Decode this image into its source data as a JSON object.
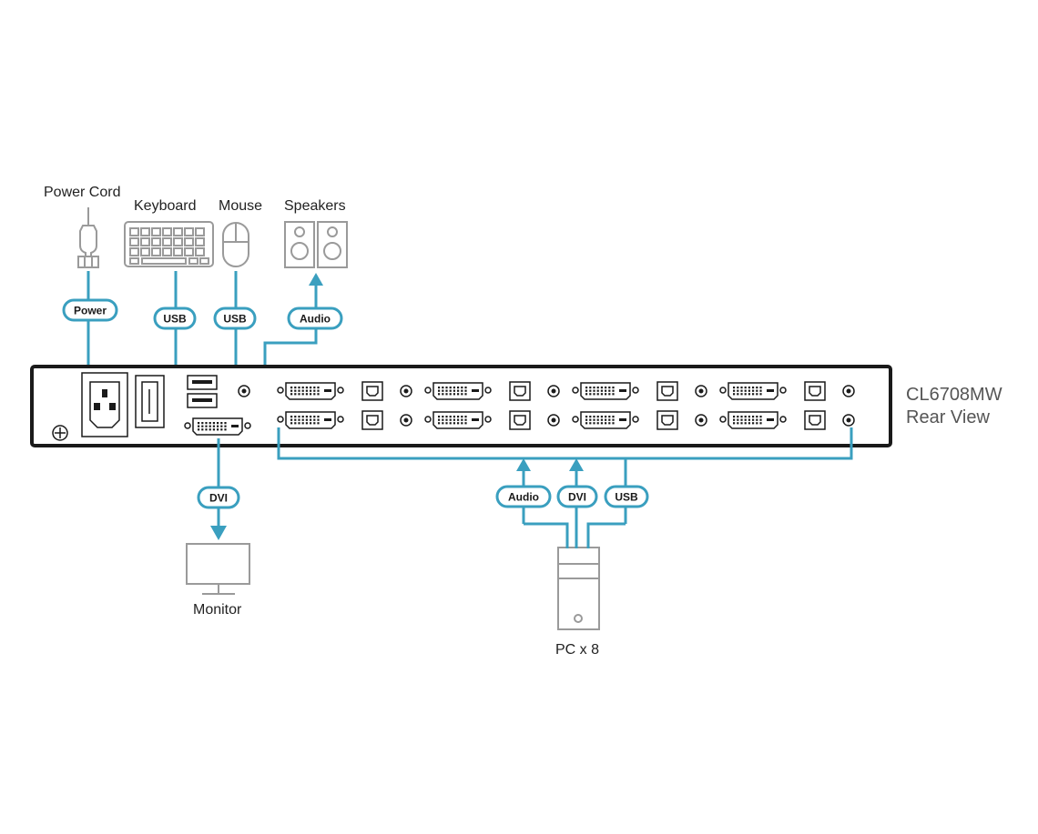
{
  "devices": {
    "power_cord": "Power Cord",
    "keyboard": "Keyboard",
    "mouse": "Mouse",
    "speakers": "Speakers",
    "monitor": "Monitor",
    "pc": "PC x 8"
  },
  "model": {
    "name": "CL6708MW",
    "view": "Rear View"
  },
  "cables": {
    "power": "Power",
    "keyboard_usb": "USB",
    "mouse_usb": "USB",
    "speaker_audio": "Audio",
    "monitor_dvi": "DVI",
    "pc_audio": "Audio",
    "pc_dvi": "DVI",
    "pc_usb": "USB"
  },
  "colors": {
    "cable": "#3a9fbf",
    "device_outline": "#9a9a9a",
    "chassis": "#1a1a1a"
  }
}
